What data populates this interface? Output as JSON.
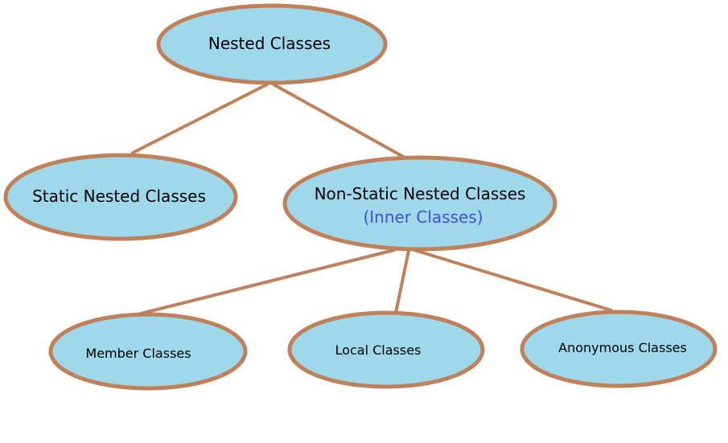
{
  "colors": {
    "node_fill": "#9ed8ea",
    "node_stroke": "#c0815a",
    "connector": "#c0815a",
    "sublabel": "#3f51d6"
  },
  "nodes": {
    "nested": {
      "label": "Nested Classes"
    },
    "static_nested": {
      "label": "Static Nested Classes"
    },
    "non_static_nested": {
      "label": "Non-Static Nested Classes",
      "sublabel": "(Inner Classes)"
    },
    "member": {
      "label": "Member Classes"
    },
    "local": {
      "label": "Local Classes"
    },
    "anonymous": {
      "label": "Anonymous Classes"
    }
  },
  "edges": [
    {
      "from": "nested",
      "to": "static_nested"
    },
    {
      "from": "nested",
      "to": "non_static_nested"
    },
    {
      "from": "non_static_nested",
      "to": "member"
    },
    {
      "from": "non_static_nested",
      "to": "local"
    },
    {
      "from": "non_static_nested",
      "to": "anonymous"
    }
  ]
}
